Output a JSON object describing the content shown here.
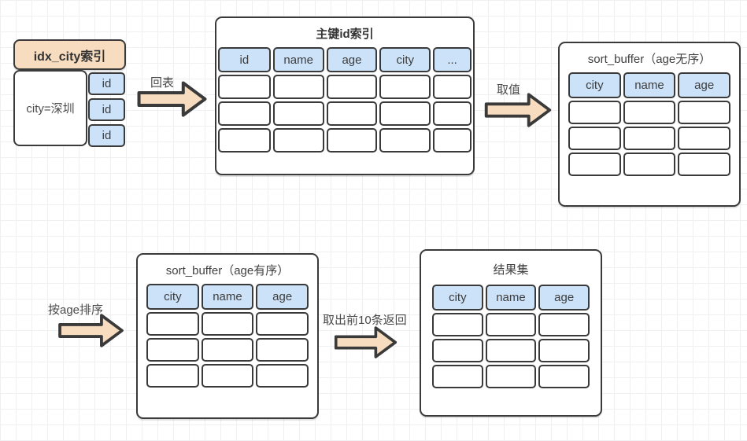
{
  "colors": {
    "peach": "#f8dcc0",
    "blue": "#cbe2f9",
    "stroke": "#3a3a3a"
  },
  "idx_city": {
    "title": "idx_city索引",
    "key_label": "city=深圳",
    "id_cells": [
      "id",
      "id",
      "id"
    ]
  },
  "primary_table": {
    "title": "主键id索引",
    "columns": [
      "id",
      "name",
      "age",
      "city",
      "..."
    ],
    "rows": 3
  },
  "sort_buffer_unsorted": {
    "title": "sort_buffer（age无序）",
    "columns": [
      "city",
      "name",
      "age"
    ],
    "rows": 3
  },
  "sort_buffer_sorted": {
    "title": "sort_buffer（age有序）",
    "columns": [
      "city",
      "name",
      "age"
    ],
    "rows": 3
  },
  "result_set": {
    "title": "结果集",
    "columns": [
      "city",
      "name",
      "age"
    ],
    "rows": 3
  },
  "arrows": {
    "back_to_table": {
      "label": "回表"
    },
    "fetch_values": {
      "label": "取值"
    },
    "sort_by_age": {
      "label": "按age排序"
    },
    "return_top10": {
      "label": "取出前10条返回"
    }
  }
}
